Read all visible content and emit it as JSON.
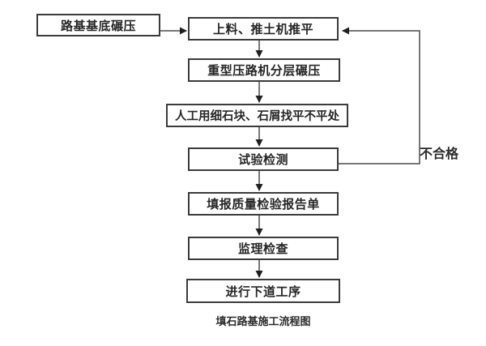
{
  "flowchart": {
    "caption": "填石路基施工流程图",
    "feedback_label": "不合格",
    "nodes": [
      {
        "id": "base-compaction",
        "label": "路基基底碾压"
      },
      {
        "id": "loading-leveling",
        "label": "上料、推土机推平"
      },
      {
        "id": "heavy-roller",
        "label": "重型压路机分层碾压"
      },
      {
        "id": "manual-leveling",
        "label": "人工用细石块、石屑找平不平处"
      },
      {
        "id": "testing",
        "label": "试验检测"
      },
      {
        "id": "quality-report",
        "label": "填报质量检验报告单"
      },
      {
        "id": "supervision-check",
        "label": "监理检查"
      },
      {
        "id": "next-procedure",
        "label": "进行下道工序"
      }
    ],
    "edges": [
      {
        "from": "base-compaction",
        "to": "loading-leveling"
      },
      {
        "from": "loading-leveling",
        "to": "heavy-roller"
      },
      {
        "from": "heavy-roller",
        "to": "manual-leveling"
      },
      {
        "from": "manual-leveling",
        "to": "testing"
      },
      {
        "from": "testing",
        "to": "quality-report"
      },
      {
        "from": "quality-report",
        "to": "supervision-check"
      },
      {
        "from": "supervision-check",
        "to": "next-procedure"
      },
      {
        "from": "testing",
        "to": "loading-leveling",
        "label": "不合格"
      }
    ],
    "colors": {
      "box_border": "#3b3b3b",
      "text": "#262626",
      "line": "#4a4a4a",
      "arrowhead": "#1f1f1f",
      "background": "#ffffff"
    }
  }
}
